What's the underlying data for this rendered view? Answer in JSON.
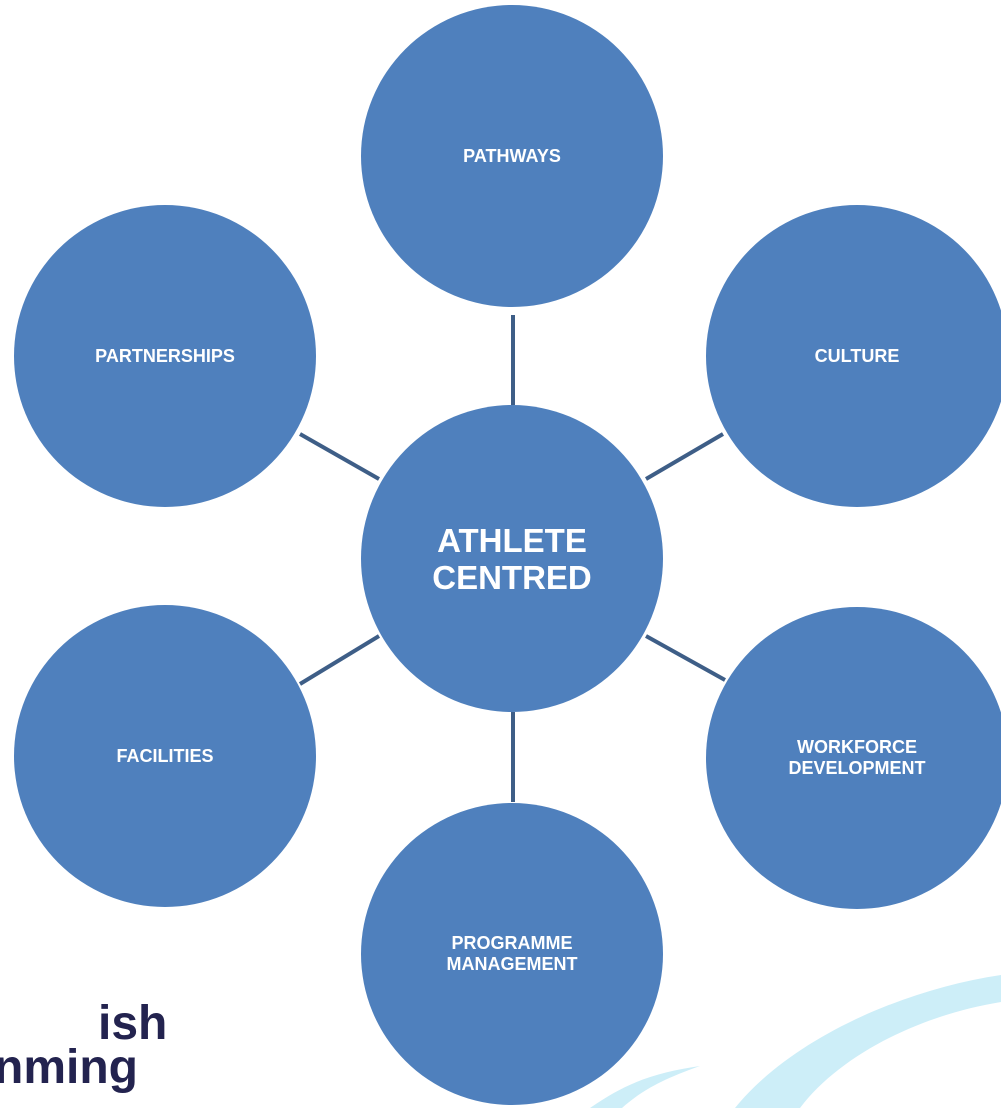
{
  "diagram": {
    "center": {
      "id": "athlete-centred",
      "label": "ATHLETE\nCENTRED"
    },
    "nodes": [
      {
        "id": "pathways",
        "label": "PATHWAYS"
      },
      {
        "id": "culture",
        "label": "CULTURE"
      },
      {
        "id": "workforce-development",
        "label": "WORKFORCE\nDEVELOPMENT"
      },
      {
        "id": "programme-management",
        "label": "PROGRAMME\nMANAGEMENT"
      },
      {
        "id": "facilities",
        "label": "FACILITIES"
      },
      {
        "id": "partnerships",
        "label": "PARTNERSHIPS"
      }
    ],
    "edges": [
      {
        "from": "athlete-centred",
        "to": "pathways"
      },
      {
        "from": "athlete-centred",
        "to": "culture"
      },
      {
        "from": "athlete-centred",
        "to": "workforce-development"
      },
      {
        "from": "athlete-centred",
        "to": "programme-management"
      },
      {
        "from": "athlete-centred",
        "to": "facilities"
      },
      {
        "from": "athlete-centred",
        "to": "partnerships"
      }
    ]
  },
  "logo": {
    "line1": "ish",
    "line2": "nming"
  },
  "colors": {
    "node_fill": "#4f80bd",
    "connector": "#3e5e87",
    "node_text": "#ffffff",
    "logo_text": "#23234f",
    "swirl": "#cdeef8"
  }
}
